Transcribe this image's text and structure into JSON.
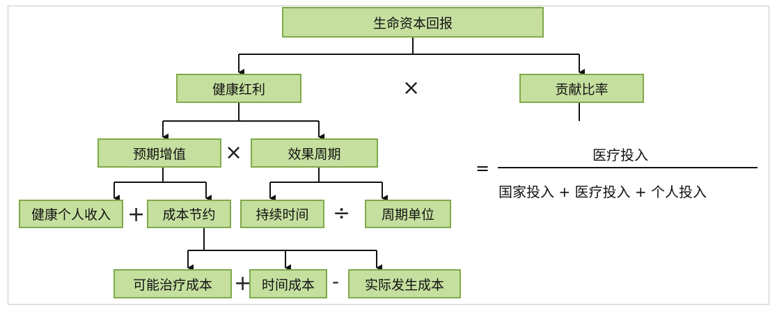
{
  "diagram": {
    "root": "生命资本回报",
    "health_dividend": "健康红利",
    "contribution_ratio": "贡献比率",
    "expected_value_added": "预期增值",
    "effect_period": "效果周期",
    "health_personal_income": "健康个人收入",
    "cost_saving": "成本节约",
    "duration": "持续时间",
    "period_unit": "周期单位",
    "possible_treatment_cost": "可能治疗成本",
    "time_cost": "时间成本",
    "actual_cost": "实际发生成本"
  },
  "operators": {
    "multiply_main": "×",
    "multiply_sub": "×",
    "plus_income": "+",
    "divide": "÷",
    "plus_cost": "+",
    "minus_cost": "-"
  },
  "formula": {
    "equals": "=",
    "numerator": "医疗投入",
    "denominator": "国家投入 + 医疗投入 + 个人投入"
  },
  "colors": {
    "box_fill": "#c5df9f",
    "box_border": "#7ea94a",
    "line": "#111111",
    "frame_border": "#c8c8c8"
  }
}
